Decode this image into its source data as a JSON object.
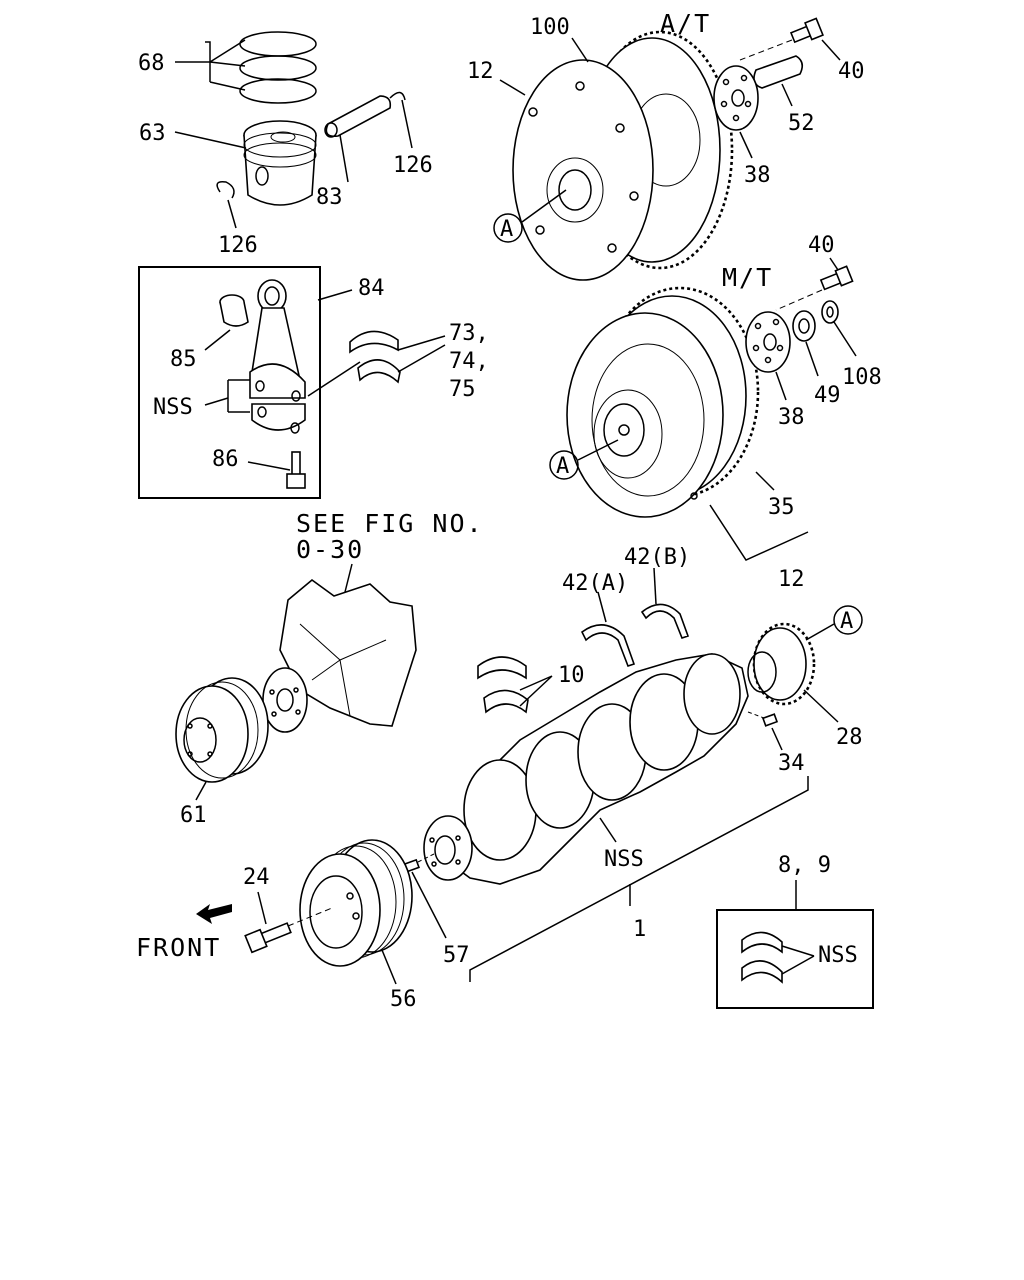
{
  "section_titles": {
    "automatic": "A/T",
    "manual": "M/T"
  },
  "reference_note": {
    "line1": "SEE FIG NO.",
    "line2": "0-30"
  },
  "direction_label": "FRONT",
  "reference_marker": "A",
  "callouts": {
    "c68": "68",
    "c63": "63",
    "c83": "83",
    "c126a": "126",
    "c126b": "126",
    "c100": "100",
    "c12a": "12",
    "c40a": "40",
    "c52": "52",
    "c38a": "38",
    "c84": "84",
    "c85": "85",
    "c73": "73,",
    "c74": "74,",
    "c75": "75",
    "c86": "86",
    "c nss_rod": "NSS",
    "c40b": "40",
    "c49": "49",
    "c108": "108",
    "c38b": "38",
    "c35": "35",
    "c12b": "12",
    "c42a": "42(A)",
    "c42b": "42(B)",
    "c10": "10",
    "c28": "28",
    "c34": "34",
    "c61": "61",
    "c24": "24",
    "c56": "56",
    "c57": "57",
    "c1": "1",
    "c_nss_crank": "NSS",
    "c89": "8, 9",
    "c_nss_box": "NSS"
  }
}
